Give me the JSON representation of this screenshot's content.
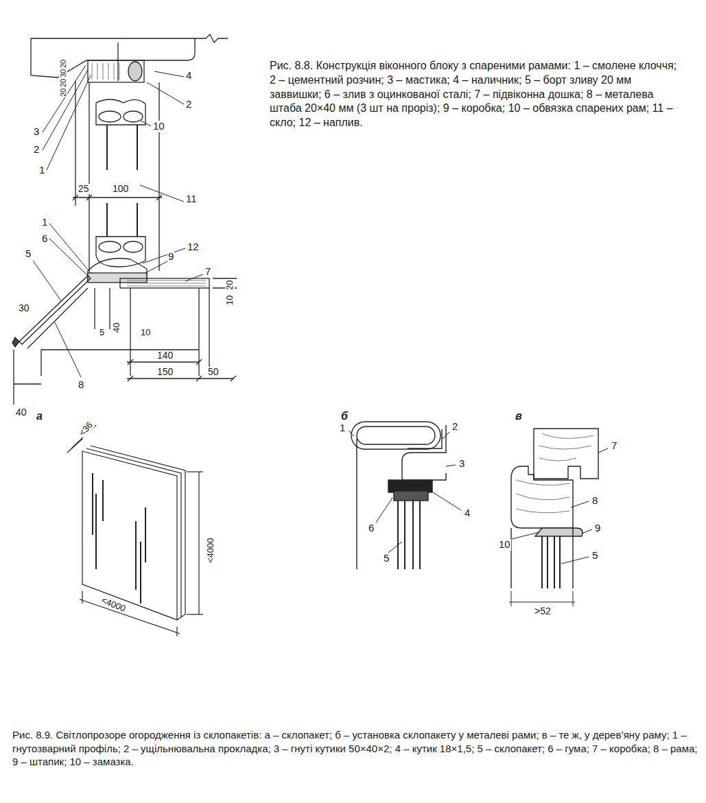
{
  "diagram": {
    "labels": [
      "20",
      "30",
      "20",
      "20",
      "4",
      "2",
      "3",
      "2",
      "1",
      "10",
      "25",
      "100",
      "11",
      "1",
      "12",
      "6",
      "9",
      "7",
      "5",
      "20",
      "10",
      "30",
      "5",
      "40",
      "10",
      "140",
      "150",
      "50",
      "8",
      "40",
      "а",
      "<36",
      "<4000",
      "<4000",
      "б",
      "1",
      "2",
      "3",
      "4",
      "6",
      "5",
      "в",
      "7",
      "8",
      "9",
      "10",
      "5",
      ">52",
      "Рис. 8.8. Конструкція віконного блоку з спареними рамами: 1 – смолене клоччя; 2 – цементний розчин; 3 – мастика; 4 – наличник; 5 – борт зливу 20 мм заввишки; 6 – злив з оцинкованої сталі; 7 – підвіконна дошка; 8 – металева штаба 20×40 мм (3 шт на проріз); 9 – коробка; 10 – обвязка спарених рам; 11 – скло; 12 – наплив.",
      "Рис. 8.9. Світлопрозоре огородження із склопакетів: а – склопакет; б – установка склопакету у металеві рами; в – те ж, у дерев’яну раму; 1 – гнутозварний профіль; 2 – ущільнювальна прокладка; 3 – гнуті кутики 50×40×2; 4 – кутик 18×1,5; 5 – склопакет; 6 – гума; 7 – коробка; 8 – рама; 9 – штапик; 10 – замазка."
    ]
  }
}
